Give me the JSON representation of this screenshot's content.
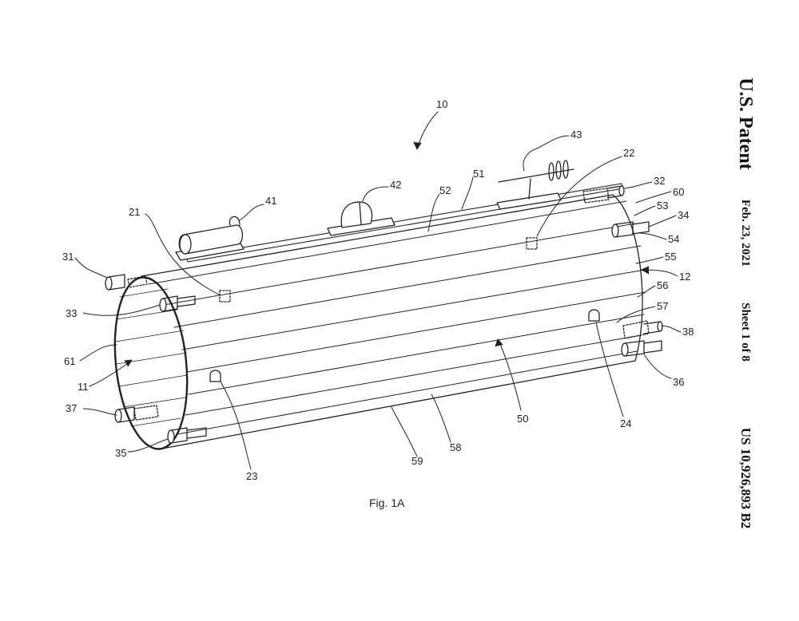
{
  "header": {
    "title": "U.S. Patent",
    "date": "Feb. 23, 2021",
    "sheet": "Sheet 1 of 8",
    "patent_number": "US 10,926,893 B2"
  },
  "figure": {
    "caption": "Fig. 1A"
  },
  "reference_numerals": {
    "r10": "10",
    "r11": "11",
    "r12": "12",
    "r21": "21",
    "r22": "22",
    "r23": "23",
    "r24": "24",
    "r31": "31",
    "r32": "32",
    "r33": "33",
    "r34": "34",
    "r35": "35",
    "r36": "36",
    "r37": "37",
    "r38": "38",
    "r41": "41",
    "r42": "42",
    "r43": "43",
    "r50": "50",
    "r51": "51",
    "r52": "52",
    "r53": "53",
    "r54": "54",
    "r55": "55",
    "r56": "56",
    "r57": "57",
    "r58": "58",
    "r59": "59",
    "r60": "60",
    "r61": "61"
  }
}
